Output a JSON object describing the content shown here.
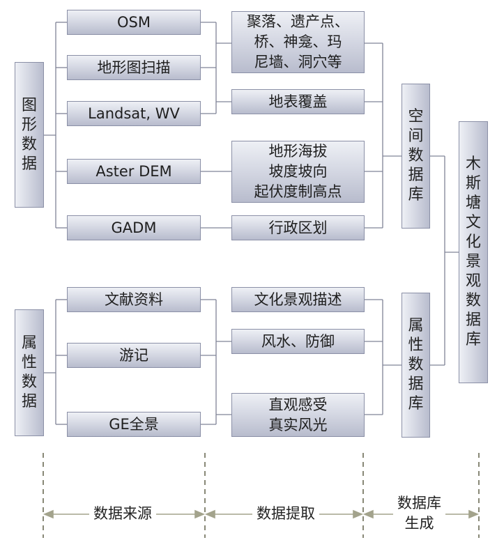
{
  "sources": {
    "graphic_group": "图形数据",
    "attribute_group": "属性数据",
    "osm": "OSM",
    "topo_scan": "地形图扫描",
    "landsat": "Landsat, WV",
    "aster": "Aster DEM",
    "gadm": "GADM",
    "literature": "文献资料",
    "travelogue": "游记",
    "ge_panorama": "GE全景"
  },
  "extraction": {
    "settlements": "聚落、遗产点、\n桥、神龛、玛\n尼墙、洞穴等",
    "land_cover": "地表覆盖",
    "terrain": "地形海拔\n坡度坡向\n起伏度制高点",
    "admin": "行政区划",
    "landscape_desc": "文化景观描述",
    "fengshui": "风水、防御",
    "perception": "直观感受\n真实风光"
  },
  "databases": {
    "spatial": "空间数据库",
    "attribute": "属性数据库",
    "final": "木斯塘文化景观数据库"
  },
  "stages": {
    "source": "数据来源",
    "extract": "数据提取",
    "generate": "数据库\n生成"
  },
  "colors": {
    "line": "#7f8396",
    "dash": "#6b6b55",
    "arrow": "#a3a38c",
    "box_border": "#8a8fa6"
  }
}
